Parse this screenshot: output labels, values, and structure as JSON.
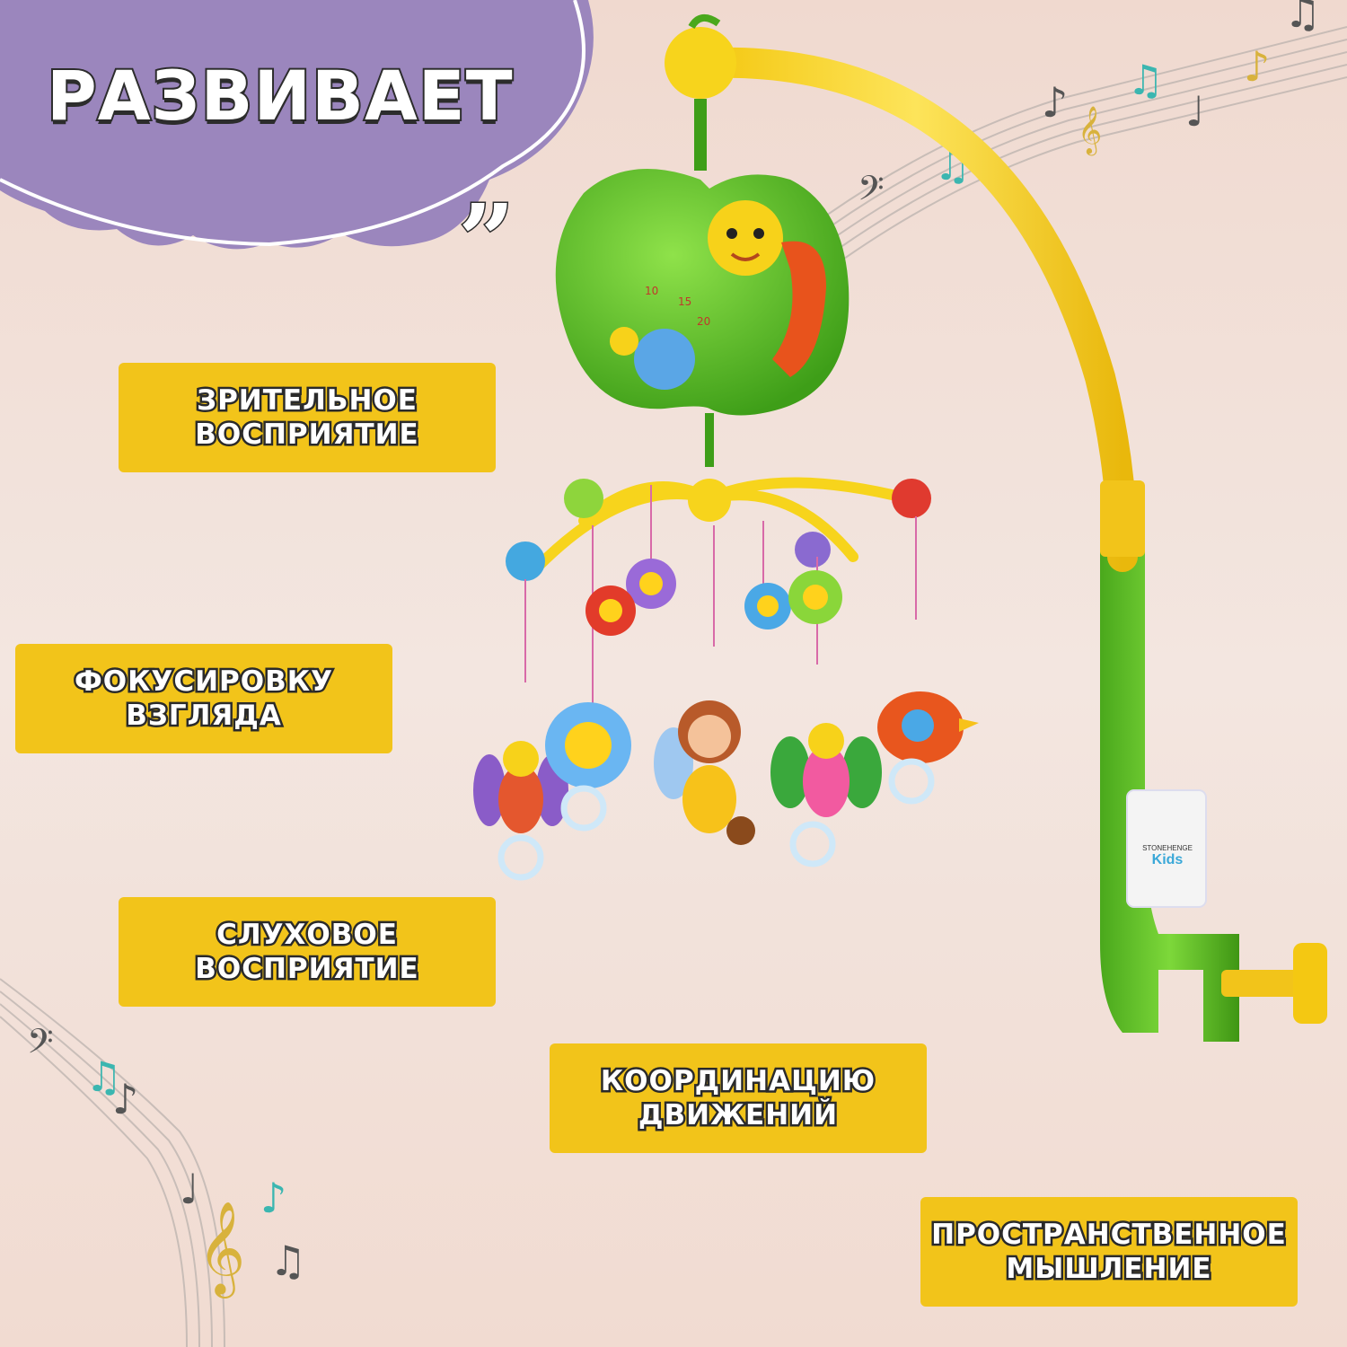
{
  "headline": "РАЗВИВАЕТ",
  "quote_glyph": "„",
  "skills": [
    {
      "line1": "ЗРИТЕЛЬНОЕ",
      "line2": "ВОСПРИЯТИЕ"
    },
    {
      "line1": "ФОКУСИРОВКУ",
      "line2": "ВЗГЛЯДА"
    },
    {
      "line1": "СЛУХОВОЕ",
      "line2": "ВОСПРИЯТИЕ"
    },
    {
      "line1": "КООРДИНАЦИЮ",
      "line2": "ДВИЖЕНИЙ"
    },
    {
      "line1": "ПРОСТРАНСТВЕННОЕ",
      "line2": "МЫШЛЕНИЕ"
    }
  ],
  "toy": {
    "brand": "STONEHENGE",
    "brand_sub": "Kids",
    "timer_marks": [
      "10",
      "15",
      "20"
    ]
  },
  "colors": {
    "banner_purple": "#9b86bd",
    "label_yellow": "#f2c41a",
    "toy_green": "#5cc12a",
    "arm_yellow": "#f7d41c"
  }
}
